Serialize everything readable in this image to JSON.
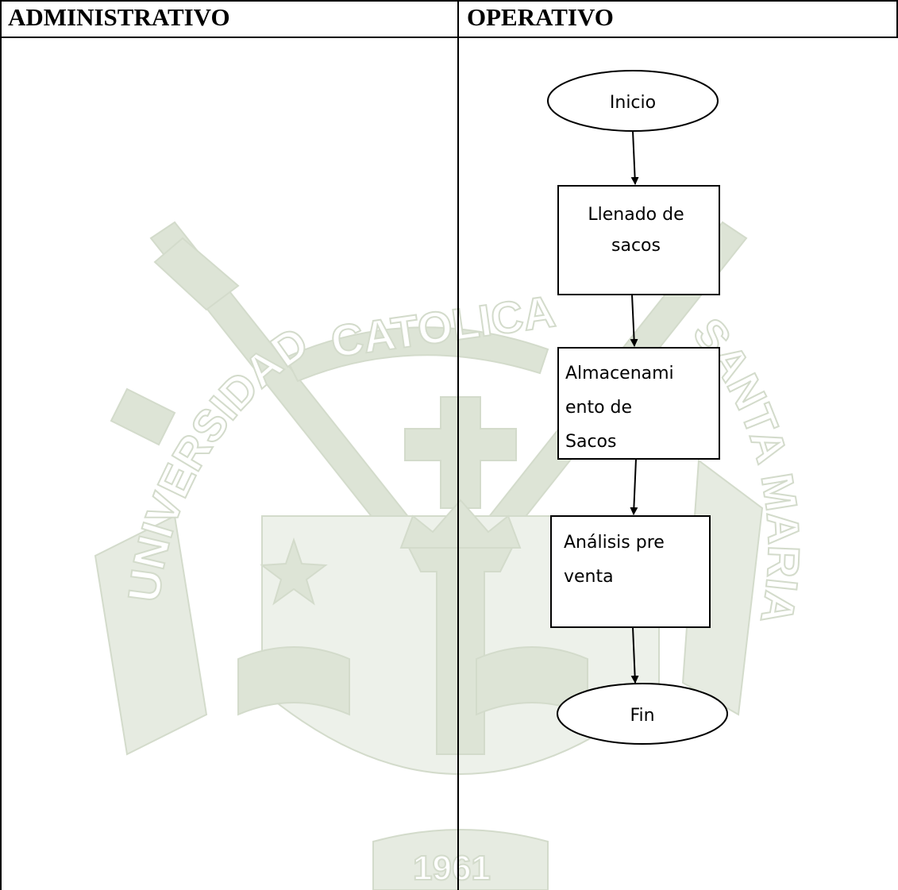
{
  "table": {
    "headers": [
      "ADMINISTRATIVO",
      "OPERATIVO"
    ]
  },
  "watermark": {
    "arc_text": [
      "UNIVERSIDAD",
      "CATOLICA",
      "SANTA MARIA"
    ],
    "year": "1961"
  },
  "flowchart": {
    "start": "Inicio",
    "steps": [
      [
        "Llenado de",
        "sacos"
      ],
      [
        "Almacenami",
        "ento de",
        "Sacos"
      ],
      [
        "Análisis pre",
        "venta"
      ]
    ],
    "end": "Fin"
  }
}
